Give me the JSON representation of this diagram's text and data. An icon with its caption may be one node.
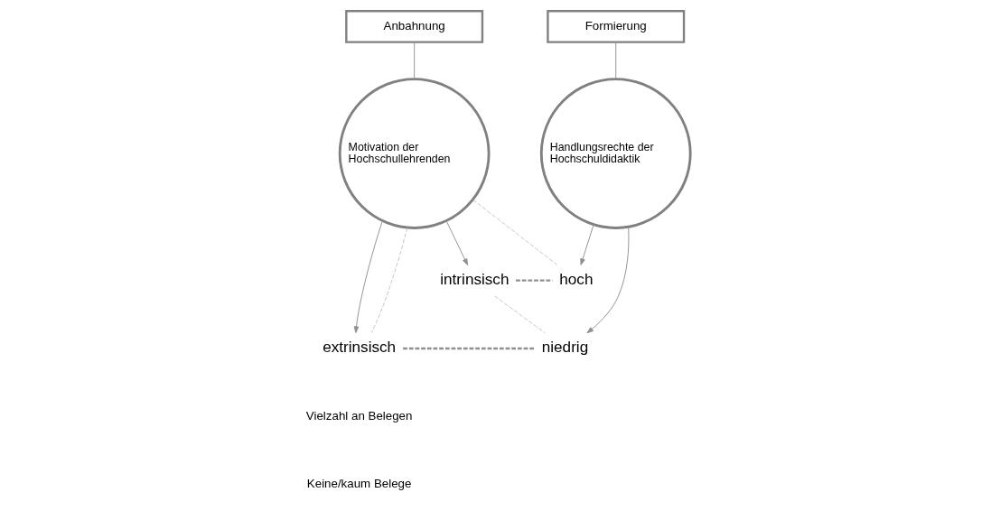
{
  "diagram": {
    "nodes": [
      {
        "text": [
          "Anbahnung"
        ]
      },
      {
        "text": [
          "Formierung"
        ]
      },
      {
        "text": [
          "Motivation der Hochschullehrenden"
        ]
      },
      {
        "text": [
          "Handlungsrechte der Hochschuldidaktik"
        ]
      },
      {
        "text": [
          "intrinsisch"
        ]
      },
      {
        "text": [
          "hoch"
        ]
      },
      {
        "text": [
          "extrinsisch"
        ]
      },
      {
        "text": [
          "niedrig"
        ]
      }
    ],
    "edges": [
      {
        "from": 0,
        "to": 2,
        "arrow": "none"
      },
      {
        "from": 1,
        "to": 3,
        "arrow": "none"
      },
      {
        "from": 2,
        "to": 4,
        "arrow": "to"
      },
      {
        "from": 2,
        "to": 6,
        "arrow": "to"
      },
      {
        "from": 3,
        "to": 5,
        "arrow": "to"
      },
      {
        "from": 3,
        "to": 7,
        "arrow": "to"
      },
      {
        "from": 4,
        "to": 5,
        "arrow": "none",
        "style": "dashed"
      },
      {
        "from": 6,
        "to": 7,
        "arrow": "none",
        "style": "dashed"
      },
      {
        "from": 4,
        "to": 7,
        "arrow": "none",
        "style": "dashed",
        "color": "#b4b4b4"
      },
      {
        "from": 2,
        "to": 5,
        "arrow": "none",
        "style": "dashed",
        "color": "#b4b4b4"
      },
      {
        "from": 2,
        "to": 6,
        "arrow": "none",
        "style": "dashed",
        "color": "#b4b4b4"
      }
    ],
    "legend": [
      {
        "text": "Vielzahl an Belegen"
      },
      {
        "text": "Keine/kaum Belege"
      }
    ]
  }
}
